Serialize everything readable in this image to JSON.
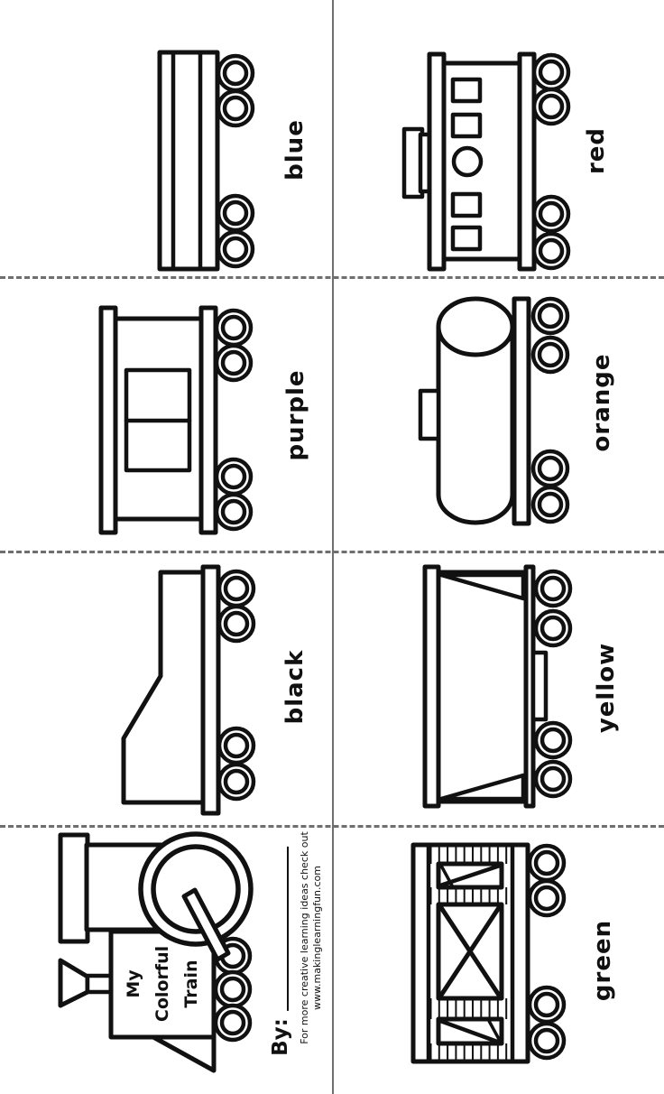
{
  "sheet": {
    "background": "#ffffff",
    "ink_color": "#111111",
    "divider_color": "#6f6f6f",
    "divider_styles": {
      "vertical": "solid",
      "horizontal": "dashed"
    }
  },
  "cards": [
    {
      "car": "flat-car",
      "label": "blue"
    },
    {
      "car": "caboose-car",
      "label": "red"
    },
    {
      "car": "box-car",
      "label": "purple"
    },
    {
      "car": "tank-car",
      "label": "orange"
    },
    {
      "car": "coal-tender-car",
      "label": "black"
    },
    {
      "car": "gondola-car",
      "label": "yellow"
    },
    {
      "car": "stock-car",
      "label": "green"
    }
  ],
  "engine": {
    "title_line1": "My",
    "title_line2": "Colorful",
    "title_line3": "Train",
    "by_label": "By:",
    "credit_line1": "For more creative learning ideas check out",
    "credit_line2": "www.makinglearningfun.com"
  }
}
